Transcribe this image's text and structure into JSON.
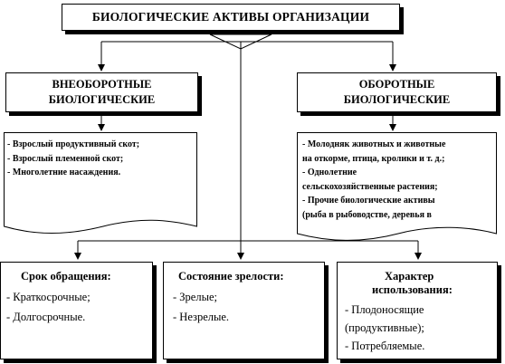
{
  "title": "БИОЛОГИЧЕСКИЕ  АКТИВЫ ОРГАНИЗАЦИИ",
  "left": {
    "heading_lines": [
      "ВНЕОБОРОТНЫЕ",
      "БИОЛОГИЧЕСКИЕ"
    ],
    "items": [
      "- Взрослый продуктивный  скот;",
      "- Взрослый племенной скот;",
      "- Многолетние насаждения."
    ]
  },
  "right": {
    "heading_lines": [
      "ОБОРОТНЫЕ",
      "БИОЛОГИЧЕСКИЕ"
    ],
    "items": [
      "- Молодняк животных  и животные",
      "на откорме, птица, кролики и т. д.;",
      "- Однолетние",
      "сельскохозяйственные   растения;",
      "- Прочие биологические активы",
      "(рыба в рыбоводстве, деревья в"
    ]
  },
  "bottom": [
    {
      "title": "Срок обращения:",
      "items": [
        "- Краткосрочные;",
        "- Долгосрочные."
      ]
    },
    {
      "title": "Состояние зрелости:",
      "items": [
        "- Зрелые;",
        "- Незрелые."
      ]
    },
    {
      "title_lines": [
        "Характер",
        "использования:"
      ],
      "items": [
        "- Плодоносящие",
        "(продуктивные);",
        "- Потребляемые."
      ]
    }
  ]
}
